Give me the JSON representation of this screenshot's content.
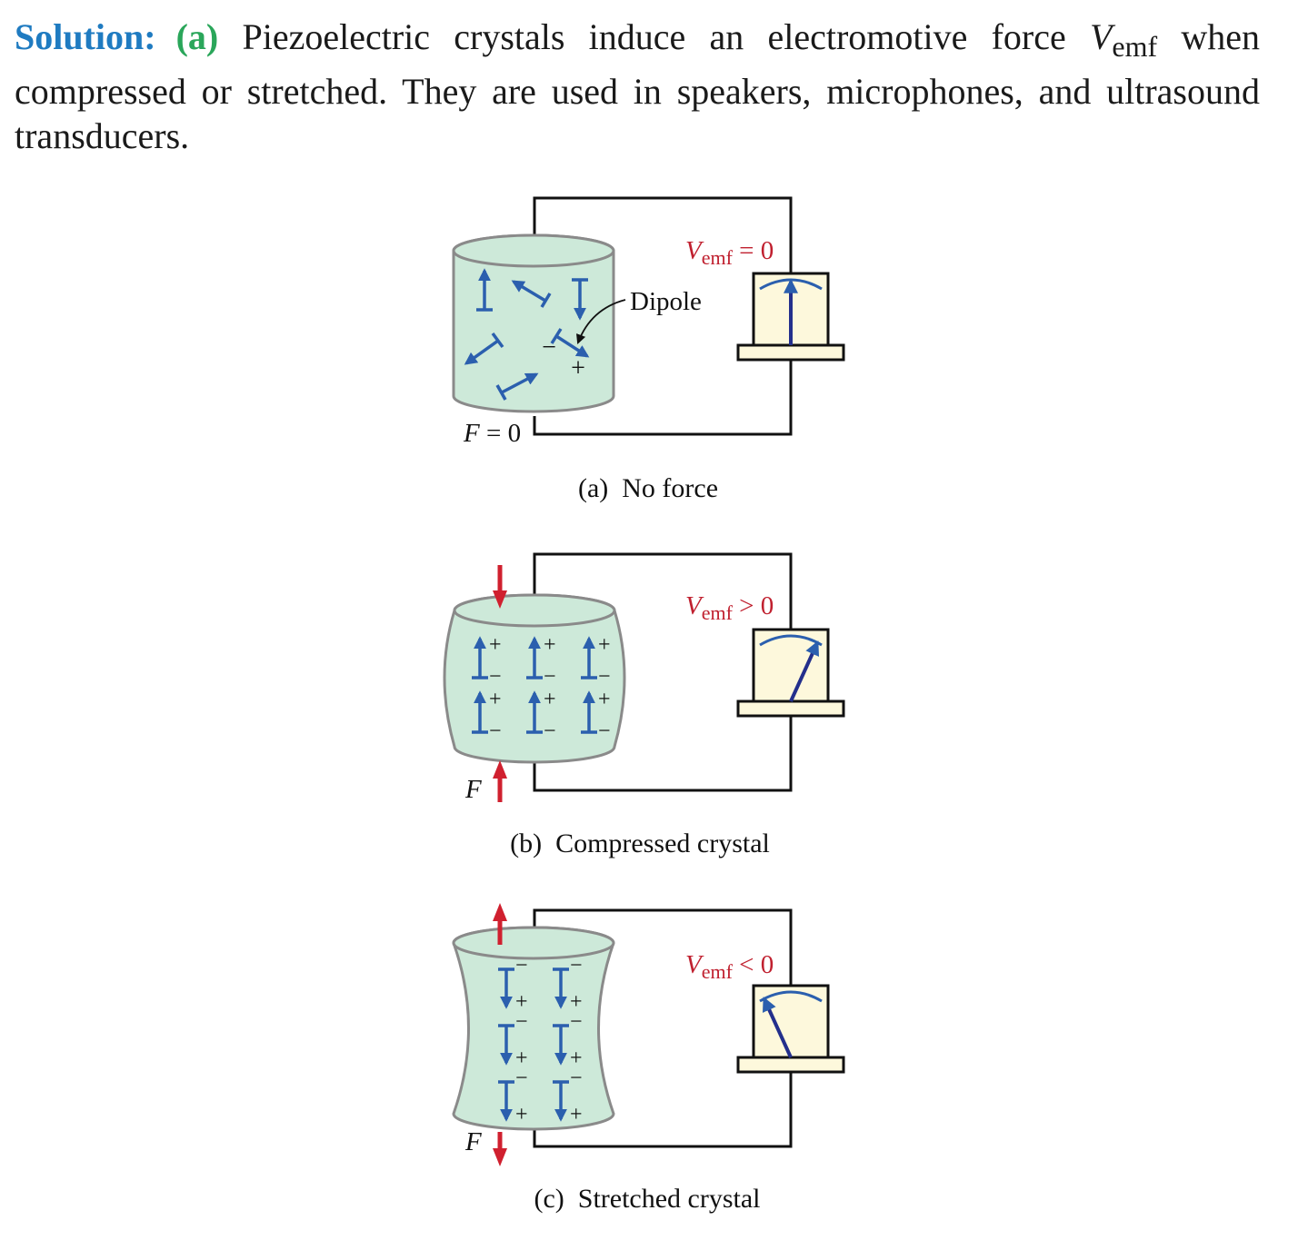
{
  "solution": {
    "label": "Solution:",
    "part": "(a)",
    "text_1": "Piezoelectric crystals induce an electromotive force",
    "vemf_symbol": "V",
    "vemf_subscript": "emf",
    "text_2": "when compressed or stretched. They are used in speakers, microphones, and ultrasound transducers."
  },
  "colors": {
    "heading_blue": "#1f7bc1",
    "part_green": "#2aa65a",
    "crystal_fill": "#cde9d9",
    "dipole_blue": "#2b5fae",
    "force_red": "#d0202f",
    "emf_red": "#c0202f",
    "meter_face": "#fdf8dc",
    "needle_navy": "#232f8c"
  },
  "panels": [
    {
      "caption": "(a)  No force",
      "emf_sym": "V",
      "emf_sub": "emf",
      "emf_rel": " = 0",
      "force_sym": "F",
      "force_rel": " = 0",
      "callout": "Dipole",
      "dipole_minus": "−",
      "dipole_plus": "+",
      "meter_reading": "zero"
    },
    {
      "caption": "(b)  Compressed crystal",
      "emf_sym": "V",
      "emf_sub": "emf",
      "emf_rel": " > 0",
      "force_sym": "F",
      "charge_upper": "+",
      "charge_lower": "−",
      "meter_reading": "positive"
    },
    {
      "caption": "(c)  Stretched crystal",
      "emf_sym": "V",
      "emf_sub": "emf",
      "emf_rel": " < 0",
      "force_sym": "F",
      "charge_upper": "−",
      "charge_lower": "+",
      "meter_reading": "negative"
    }
  ]
}
